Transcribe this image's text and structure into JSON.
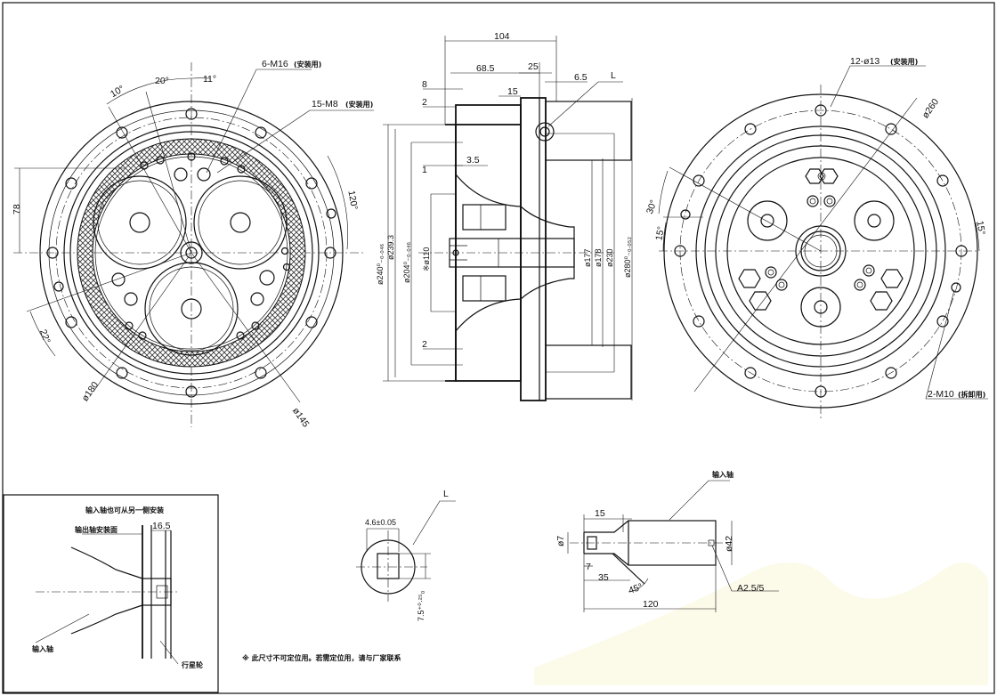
{
  "front_view": {
    "holes_label": "6-M16",
    "holes_note": "(安装用)",
    "threads_label": "15-M8",
    "threads_note": "(安装用)",
    "angle_10": "10°",
    "angle_20": "20°",
    "angle_11": "11°",
    "angle_120": "120°",
    "angle_22": "22°",
    "dim_78": "78",
    "dia_180": "ø180",
    "dia_145": "ø145"
  },
  "section_view": {
    "dim_104": "104",
    "dim_68_5": "68.5",
    "dim_25": "25",
    "dim_8": "8",
    "dim_15": "15",
    "dim_6_5": "6.5",
    "dim_2_top": "2",
    "dim_1": "1",
    "dim_3_5": "3.5",
    "dim_2_bottom": "2",
    "label_L": "L",
    "dia_240": "ø240⁰₋₀.₀₄₆",
    "dia_239_3": "ø239.3",
    "dia_204": "ø204⁰₋₀.₀₄₆",
    "dia_110": "※ø110",
    "dia_177": "ø177",
    "dia_178": "ø178",
    "dia_230": "ø230",
    "dia_280": "ø280⁰₋₀.₀₅₂"
  },
  "rear_view": {
    "holes_label": "12-ø13",
    "holes_note": "(安装用)",
    "dia_260": "ø260",
    "angle_30": "30°",
    "angle_15_left": "15°",
    "angle_15_right": "15°",
    "threads_label": "2-M10",
    "threads_note": "(拆卸用)"
  },
  "inset": {
    "title": "输入轴也可从另一侧安装",
    "face_label": "输出轴安装面",
    "dim_16_5": "16.5",
    "shaft_label": "输入轴",
    "carrier_label": "行星轮"
  },
  "detail_L": {
    "label": "L",
    "dim_width": "4.6±0.05",
    "dim_depth": "7.5⁺⁰·²⁵₀"
  },
  "shaft": {
    "label": "输入轴",
    "dim_15": "15",
    "dim_7_dia": "ø7",
    "dim_7": "7",
    "dim_35": "35",
    "dim_45": "45°",
    "dim_42": "ø42",
    "dim_120": "120",
    "center_hole": "A2.5/5"
  },
  "footnote": "※ 此尺寸不可定位用。若需定位用，请与厂家联系"
}
